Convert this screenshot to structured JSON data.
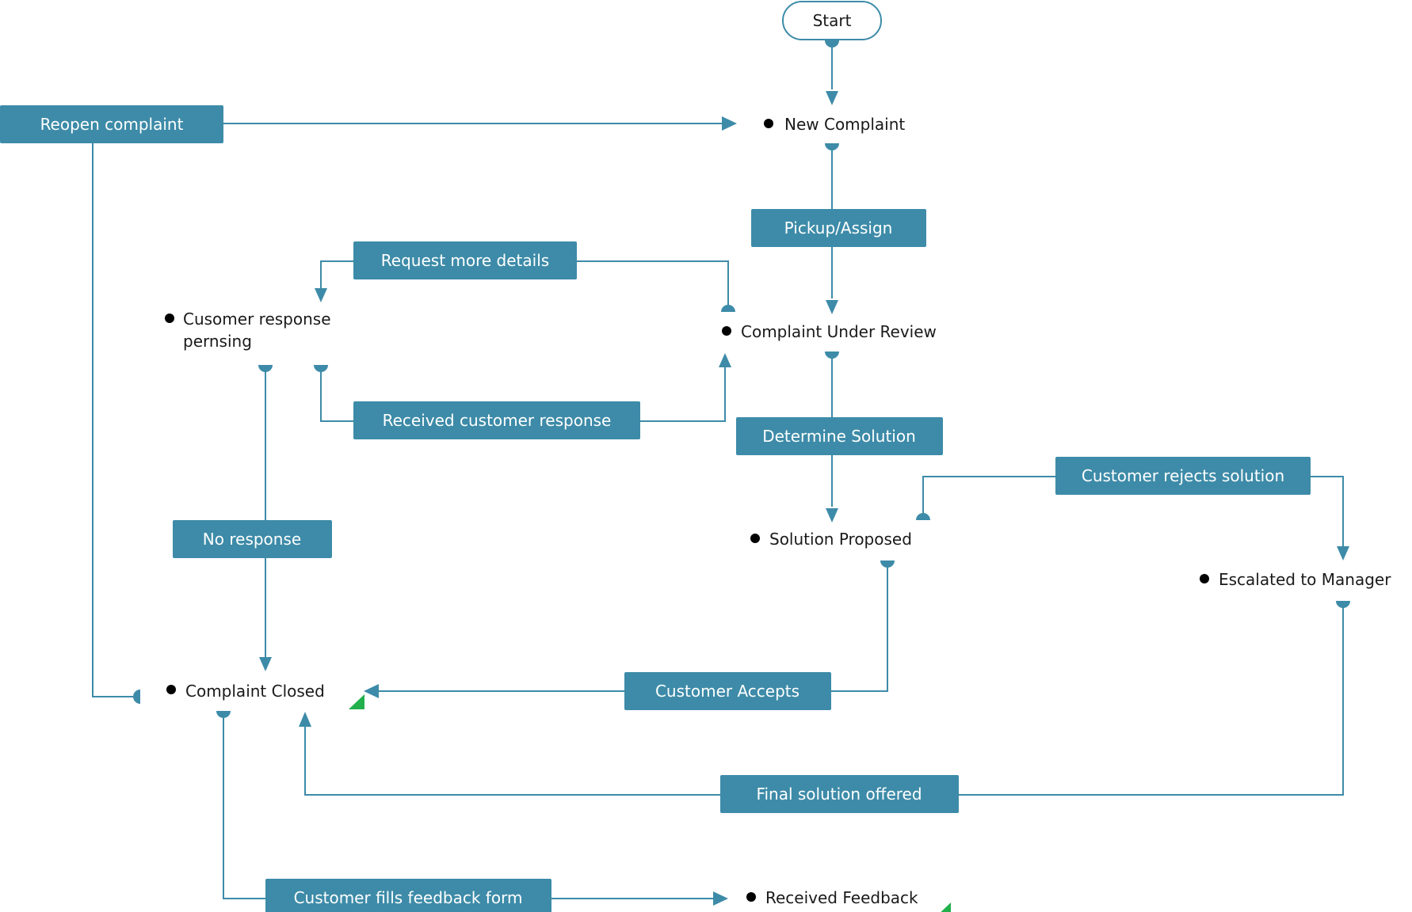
{
  "colors": {
    "accent": "#3d8ba8",
    "label_text": "#ffffff",
    "state_text": "#1a1a1a",
    "bullet": "#000000",
    "final_marker": "#21b04b",
    "background": "#ffffff"
  },
  "start": {
    "label": "Start"
  },
  "states": {
    "new_complaint": "New Complaint",
    "customer_response_pending": [
      "Cusomer response",
      "pernsing"
    ],
    "complaint_under_review": "Complaint Under Review",
    "solution_proposed": "Solution Proposed",
    "escalated_to_manager": "Escalated to Manager",
    "complaint_closed": "Complaint Closed",
    "received_feedback": "Received Feedback"
  },
  "transitions": {
    "reopen_complaint": "Reopen complaint",
    "pickup_assign": "Pickup/Assign",
    "request_more_details": "Request more details",
    "received_customer_response": "Received customer response",
    "determine_solution": "Determine Solution",
    "customer_rejects_solution": "Customer rejects solution",
    "no_response": "No response",
    "customer_accepts": "Customer Accepts",
    "final_solution_offered": "Final solution offered",
    "customer_fills_feedback_form": "Customer fills feedback form"
  }
}
